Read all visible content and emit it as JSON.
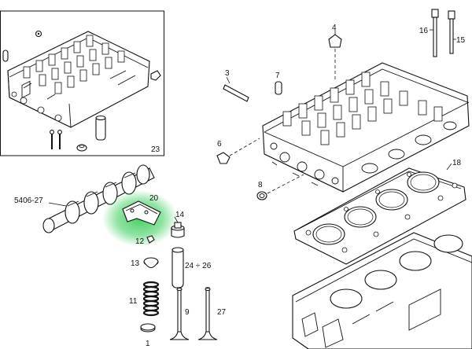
{
  "labels": {
    "p1": "1",
    "p3": "3",
    "p4": "4",
    "p6": "6",
    "p7": "7",
    "p8": "8",
    "p9": "9",
    "p11": "11",
    "p12": "12",
    "p13": "13",
    "p14": "14",
    "p15": "15",
    "p16": "16",
    "p18": "18",
    "p20": "20",
    "p23": "23",
    "p24": "24 ÷ 26",
    "p27": "27",
    "p5406": "5406-27"
  },
  "colors": {
    "line": "#111111",
    "highlight": "#33cc55",
    "background": "#ffffff"
  }
}
